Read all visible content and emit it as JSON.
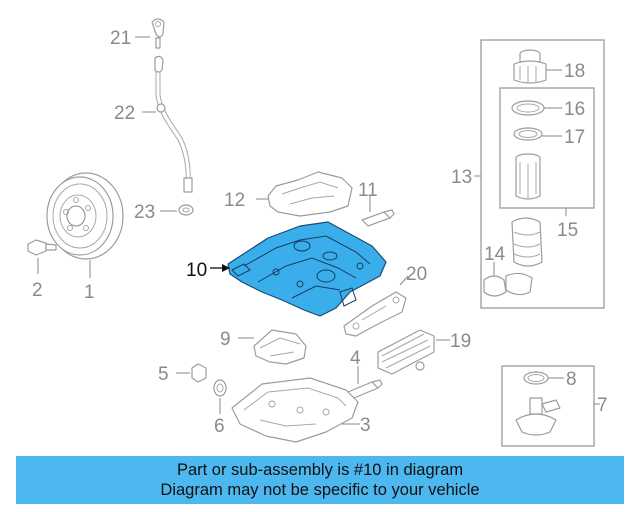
{
  "callouts": {
    "c1": "1",
    "c2": "2",
    "c3": "3",
    "c4": "4",
    "c5": "5",
    "c6": "6",
    "c7": "7",
    "c8": "8",
    "c9": "9",
    "c10": "10",
    "c11": "11",
    "c12": "12",
    "c13": "13",
    "c14": "14",
    "c15": "15",
    "c16": "16",
    "c17": "17",
    "c18": "18",
    "c19": "19",
    "c20": "20",
    "c21": "21",
    "c22": "22",
    "c23": "23"
  },
  "highlighted_part": "10",
  "colors": {
    "highlight_fill": "#3aaeea",
    "highlight_stroke": "#1a4a78",
    "banner_bg": "#4cb8ef",
    "line_gray": "#9c9c9c"
  },
  "banner": {
    "line1": "Part or sub-assembly is #10 in diagram",
    "line2": "Diagram may not be specific to your vehicle"
  }
}
